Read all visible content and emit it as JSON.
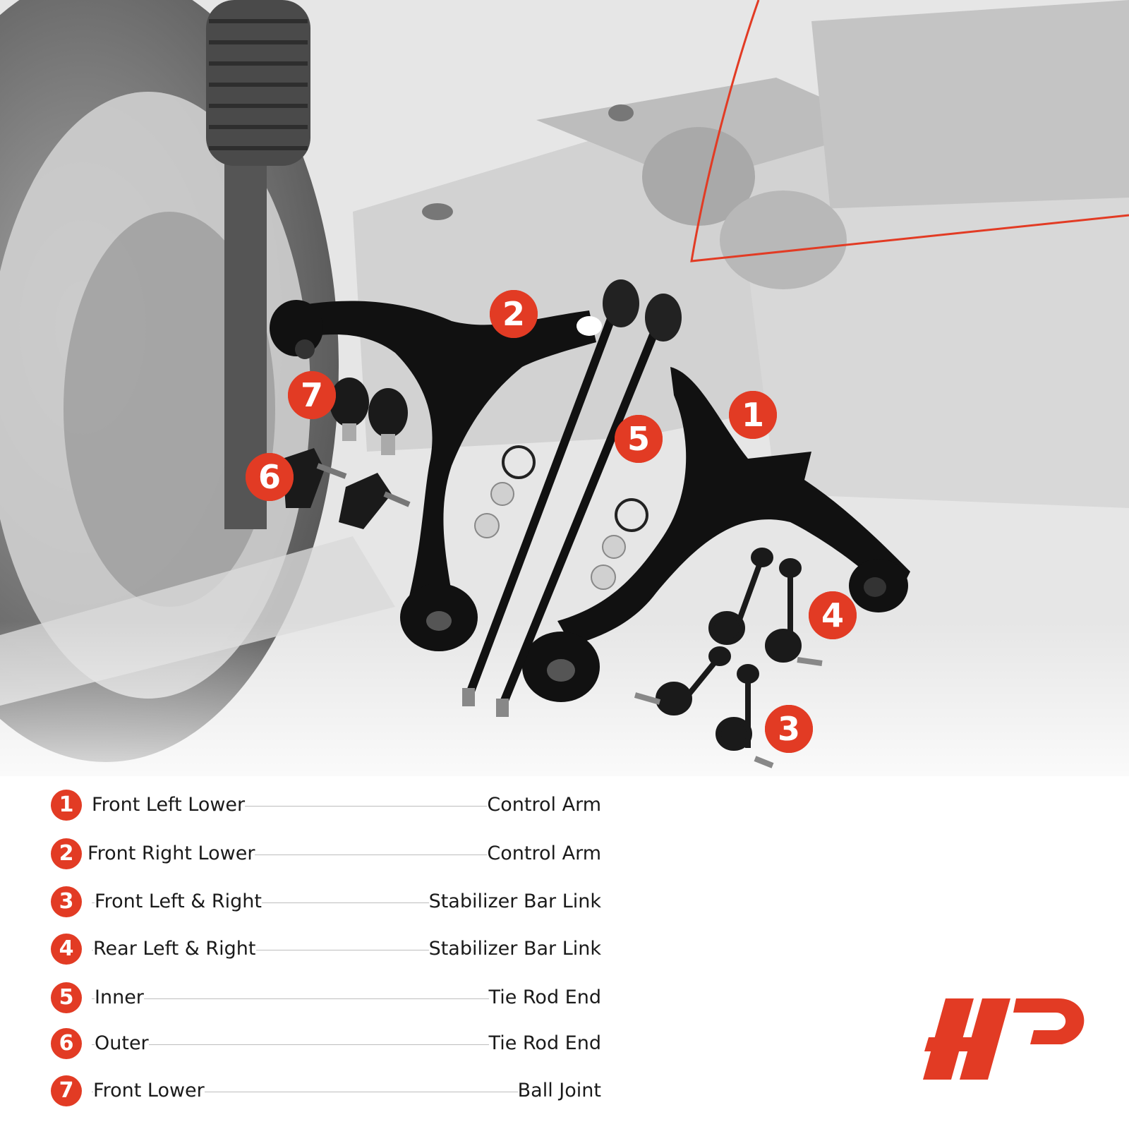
{
  "accent_color": "#e23b24",
  "callouts": [
    "1",
    "2",
    "3",
    "4",
    "5",
    "6",
    "7"
  ],
  "legend": [
    {
      "num": "1",
      "left": "Front Left Lower",
      "right": "Control Arm"
    },
    {
      "num": "2",
      "left": "Front Right Lower",
      "right": "Control Arm"
    },
    {
      "num": "3",
      "left": "Front Left & Right",
      "right": "Stabilizer Bar Link"
    },
    {
      "num": "4",
      "left": "Rear Left & Right",
      "right": "Stabilizer Bar Link"
    },
    {
      "num": "5",
      "left": "Inner",
      "right": "Tie Rod End"
    },
    {
      "num": "6",
      "left": "Outer",
      "right": "Tie Rod End"
    },
    {
      "num": "7",
      "left": "Front Lower",
      "right": "Ball Joint"
    }
  ],
  "logo": "A-Premium brand logo"
}
